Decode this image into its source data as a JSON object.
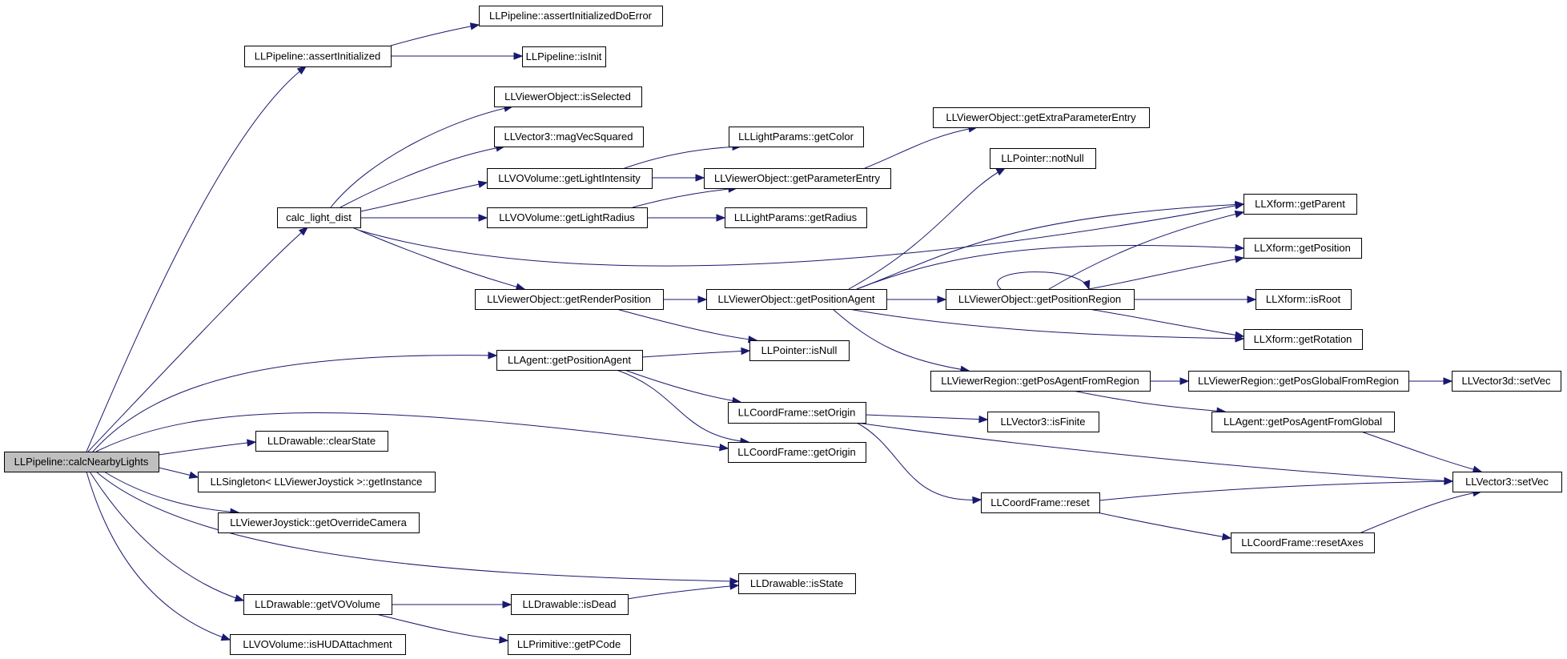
{
  "diagram": {
    "nodes": [
      {
        "id": "calcNearbyLights",
        "label": "LLPipeline::calcNearbyLights",
        "root": true
      },
      {
        "id": "assertInitialized",
        "label": "LLPipeline::assertInitialized"
      },
      {
        "id": "assertInitializedDoError",
        "label": "LLPipeline::assertInitializedDoError"
      },
      {
        "id": "isInit",
        "label": "LLPipeline::isInit"
      },
      {
        "id": "calc_light_dist",
        "label": "calc_light_dist"
      },
      {
        "id": "isSelected",
        "label": "LLViewerObject::isSelected"
      },
      {
        "id": "magVecSquared",
        "label": "LLVector3::magVecSquared"
      },
      {
        "id": "getLightIntensity",
        "label": "LLVOVolume::getLightIntensity"
      },
      {
        "id": "getLightRadius",
        "label": "LLVOVolume::getLightRadius"
      },
      {
        "id": "lpGetColor",
        "label": "LLLightParams::getColor"
      },
      {
        "id": "getParameterEntry",
        "label": "LLViewerObject::getParameterEntry"
      },
      {
        "id": "lpGetRadius",
        "label": "LLLightParams::getRadius"
      },
      {
        "id": "getExtraParameterEntry",
        "label": "LLViewerObject::getExtraParameterEntry"
      },
      {
        "id": "notNull",
        "label": "LLPointer::notNull"
      },
      {
        "id": "getRenderPosition",
        "label": "LLViewerObject::getRenderPosition"
      },
      {
        "id": "voGetPositionAgent",
        "label": "LLViewerObject::getPositionAgent"
      },
      {
        "id": "getPositionRegion",
        "label": "LLViewerObject::getPositionRegion"
      },
      {
        "id": "xfGetParent",
        "label": "LLXform::getParent"
      },
      {
        "id": "xfGetPosition",
        "label": "LLXform::getPosition"
      },
      {
        "id": "xfIsRoot",
        "label": "LLXform::isRoot"
      },
      {
        "id": "xfGetRotation",
        "label": "LLXform::getRotation"
      },
      {
        "id": "agentGetPositionAgent",
        "label": "LLAgent::getPositionAgent"
      },
      {
        "id": "isNull",
        "label": "LLPointer::isNull"
      },
      {
        "id": "getPosAgentFromRegion",
        "label": "LLViewerRegion::getPosAgentFromRegion"
      },
      {
        "id": "getPosGlobalFromRegion",
        "label": "LLViewerRegion::getPosGlobalFromRegion"
      },
      {
        "id": "v3dSetVec",
        "label": "LLVector3d::setVec"
      },
      {
        "id": "setOrigin",
        "label": "LLCoordFrame::setOrigin"
      },
      {
        "id": "getPosAgentFromGlobal",
        "label": "LLAgent::getPosAgentFromGlobal"
      },
      {
        "id": "isFinite",
        "label": "LLVector3::isFinite"
      },
      {
        "id": "clearState",
        "label": "LLDrawable::clearState"
      },
      {
        "id": "getOrigin",
        "label": "LLCoordFrame::getOrigin"
      },
      {
        "id": "getInstance",
        "label": "LLSingleton< LLViewerJoystick >::getInstance"
      },
      {
        "id": "v3SetVec",
        "label": "LLVector3::setVec"
      },
      {
        "id": "cfReset",
        "label": "LLCoordFrame::reset"
      },
      {
        "id": "getOverrideCamera",
        "label": "LLViewerJoystick::getOverrideCamera"
      },
      {
        "id": "resetAxes",
        "label": "LLCoordFrame::resetAxes"
      },
      {
        "id": "isState",
        "label": "LLDrawable::isState"
      },
      {
        "id": "getVOVolume",
        "label": "LLDrawable::getVOVolume"
      },
      {
        "id": "isDead",
        "label": "LLDrawable::isDead"
      },
      {
        "id": "isHUDAttachment",
        "label": "LLVOVolume::isHUDAttachment"
      },
      {
        "id": "getPCode",
        "label": "LLPrimitive::getPCode"
      }
    ]
  }
}
